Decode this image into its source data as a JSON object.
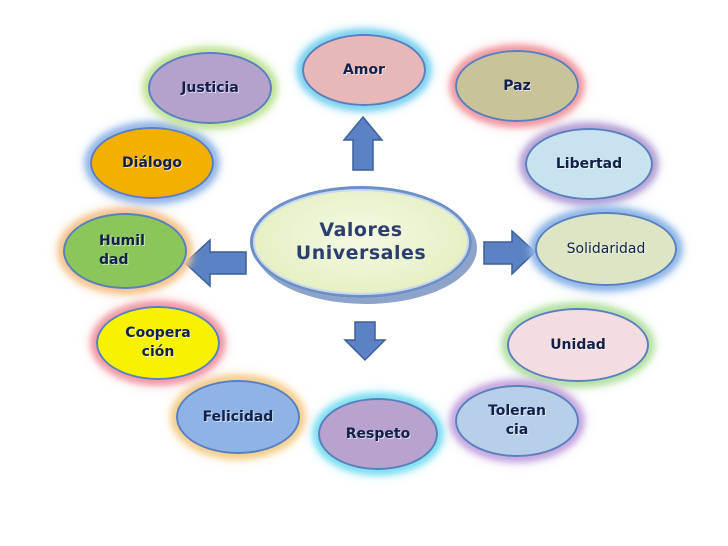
{
  "center": {
    "label": "Valores\nUniversales"
  },
  "values": [
    {
      "key": "amor",
      "label": "Amor",
      "fill": "#e8b8b8",
      "glow": "#7fd3f0"
    },
    {
      "key": "paz",
      "label": "Paz",
      "fill": "#c9c39a",
      "glow": "#f19aa3"
    },
    {
      "key": "libertad",
      "label": "Libertad",
      "fill": "#c9e2ef",
      "glow": "#b6a3d8"
    },
    {
      "key": "solidaridad",
      "label": "Solidaridad",
      "fill": "#dde5c5",
      "glow": "#8fb7e8"
    },
    {
      "key": "unidad",
      "label": "Unidad",
      "fill": "#f3dde0",
      "glow": "#b5e2a4"
    },
    {
      "key": "tolerancia",
      "label": "Toleran\ncia",
      "fill": "#b8cfe9",
      "glow": "#c6a8e0"
    },
    {
      "key": "respeto",
      "label": "Respeto",
      "fill": "#b7a3cd",
      "glow": "#7fe0f2"
    },
    {
      "key": "felicidad",
      "label": "Felicidad",
      "fill": "#8fb3e4",
      "glow": "#f5cf8e"
    },
    {
      "key": "cooperacion",
      "label": "Coopera\nción",
      "fill": "#f7f200",
      "glow": "#f29aa6"
    },
    {
      "key": "humildad",
      "label": "Humil\ndad",
      "fill": "#8cc65a",
      "glow": "#f5c58f"
    },
    {
      "key": "dialogo",
      "label": "Diálogo",
      "fill": "#f4b000",
      "glow": "#96b8e8"
    },
    {
      "key": "justicia",
      "label": "Justicia",
      "fill": "#b4a2cd",
      "glow": "#c2e49a"
    }
  ],
  "colors": {
    "arrow_fill": "#5a82c4",
    "arrow_stroke": "#3d5f9a",
    "border": "#5a7fbf"
  }
}
